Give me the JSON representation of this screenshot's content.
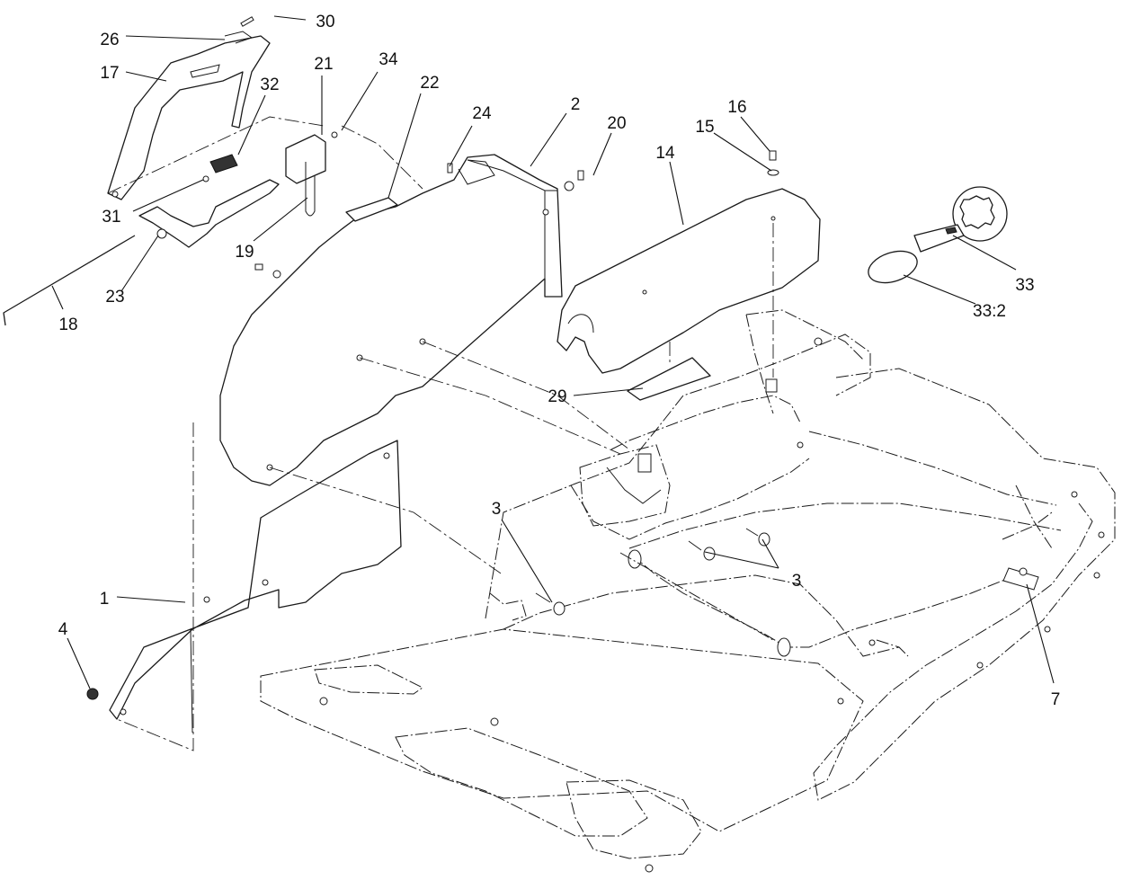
{
  "diagram": {
    "callouts": [
      {
        "id": "c1",
        "label": "1"
      },
      {
        "id": "c2",
        "label": "2"
      },
      {
        "id": "c3a",
        "label": "3"
      },
      {
        "id": "c3b",
        "label": "3"
      },
      {
        "id": "c4",
        "label": "4"
      },
      {
        "id": "c7",
        "label": "7"
      },
      {
        "id": "c14",
        "label": "14"
      },
      {
        "id": "c15",
        "label": "15"
      },
      {
        "id": "c16",
        "label": "16"
      },
      {
        "id": "c17",
        "label": "17"
      },
      {
        "id": "c18",
        "label": "18"
      },
      {
        "id": "c19",
        "label": "19"
      },
      {
        "id": "c20",
        "label": "20"
      },
      {
        "id": "c21",
        "label": "21"
      },
      {
        "id": "c22",
        "label": "22"
      },
      {
        "id": "c23",
        "label": "23"
      },
      {
        "id": "c24",
        "label": "24"
      },
      {
        "id": "c26",
        "label": "26"
      },
      {
        "id": "c29",
        "label": "29"
      },
      {
        "id": "c30",
        "label": "30"
      },
      {
        "id": "c31",
        "label": "31"
      },
      {
        "id": "c32",
        "label": "32"
      },
      {
        "id": "c33",
        "label": "33"
      },
      {
        "id": "c33b",
        "label": "33:2"
      },
      {
        "id": "c34",
        "label": "34"
      }
    ]
  }
}
